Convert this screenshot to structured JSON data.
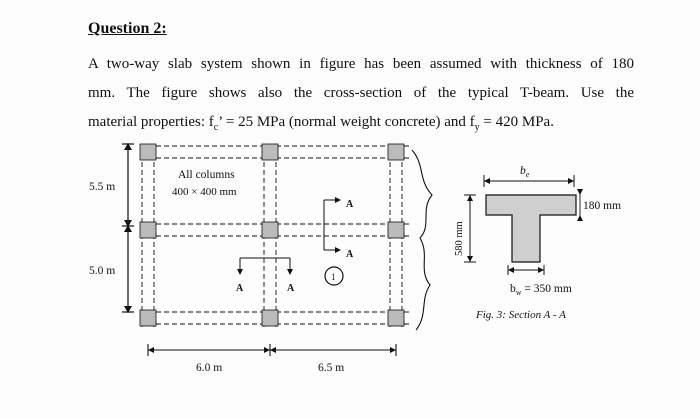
{
  "question": {
    "heading": "Question 2:",
    "line1": "A two-way slab system shown in figure has been assumed with thickness of 180",
    "line2": "mm. The figure shows also the cross-section of the typical T-beam. Use the",
    "line3_a": "material properties: f",
    "line3_a_sub": "c",
    "line3_b": "’ = 25 MPa (normal weight concrete) and f",
    "line3_b_sub": "y",
    "line3_c": " = 420 MPa."
  },
  "plan": {
    "columns_label_1": "All columns",
    "columns_label_2": "400 × 400 mm",
    "span_top": "5.5 m",
    "span_bottom": "5.0 m",
    "span_left": "6.0 m",
    "span_right": "6.5 m",
    "section_mark": "A",
    "circle_mark": "1"
  },
  "section": {
    "flange_width_symbol": "b",
    "flange_width_sub": "e",
    "slab_thickness": "180 mm",
    "beam_depth": "580 mm",
    "web_width_symbol": "b",
    "web_width_sub": "w",
    "web_width_value": " = 350 mm",
    "caption": "Fig. 3:  Section A - A"
  },
  "colors": {
    "ink": "#111111",
    "hatch": "#999999",
    "section_fill": "#cfcfcf"
  }
}
